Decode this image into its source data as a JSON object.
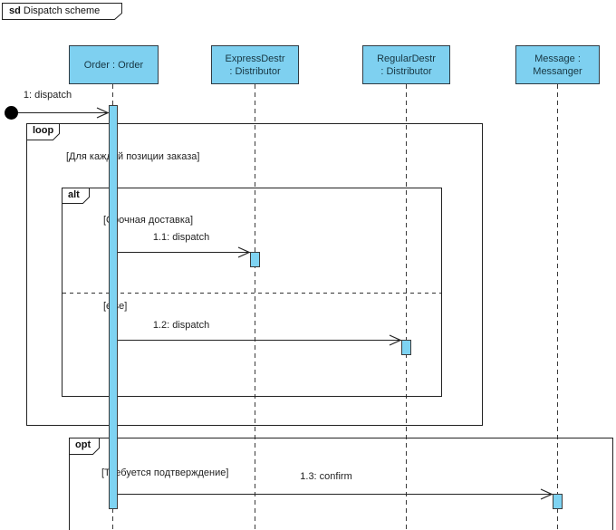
{
  "diagram": {
    "frame_keyword": "sd",
    "frame_title": " Dispatch scheme"
  },
  "colors": {
    "shape_fill": "#7ED0F0",
    "shape_border": "#2F3B44",
    "line_color": "#222222",
    "background": "#FFFFFF"
  },
  "lifelines": [
    {
      "name": "Order : Order",
      "line1": "Order : Order",
      "line2": ""
    },
    {
      "name": "ExpressDestr : Distributor",
      "line1": "ExpressDestr",
      "line2": ": Distributor"
    },
    {
      "name": "RegularDestr : Distributor",
      "line1": "RegularDestr",
      "line2": ": Distributor"
    },
    {
      "name": "Message : Messanger",
      "line1": "Message :",
      "line2": "Messanger"
    }
  ],
  "messages": [
    {
      "label": "1: dispatch"
    },
    {
      "label": "1.1: dispatch"
    },
    {
      "label": "1.2: dispatch"
    },
    {
      "label": "1.3: confirm"
    }
  ],
  "fragments": [
    {
      "keyword": "loop",
      "guard": "[Для каждой позиции заказа]"
    },
    {
      "keyword": "alt",
      "guard1": "[Срочная доставка]",
      "guard2": "[else]"
    },
    {
      "keyword": "opt",
      "guard": "[Требуется подтверждение]"
    }
  ]
}
